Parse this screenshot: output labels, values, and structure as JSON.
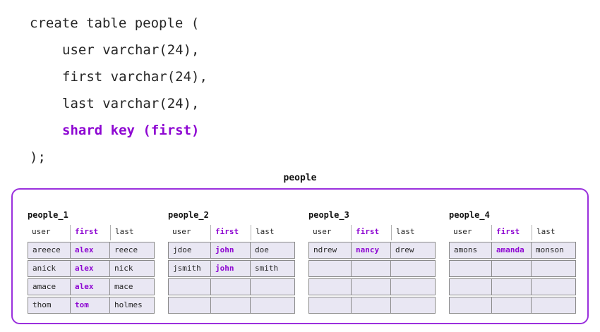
{
  "code": {
    "lines": [
      "create table people (",
      "user varchar(24),",
      "first varchar(24),",
      "last varchar(24),",
      "shard key (first)",
      ");"
    ],
    "highlighted_line": "shard key (first)"
  },
  "diagram": {
    "title": "people",
    "columns": [
      "user",
      "first",
      "last"
    ],
    "shard_key_column": "first",
    "colors": {
      "accent_purple": "#8e07d2",
      "box_border_purple": "#9a30dd",
      "row_fill_lavender": "#e9e7f3",
      "row_border_gray": "#8a8a8a",
      "header_separator_gray": "#b3b3b3",
      "code_text": "#262626"
    },
    "shards": [
      {
        "name": "people_1",
        "rows": [
          [
            "areece",
            "alex",
            "reece"
          ],
          [
            "anick",
            "alex",
            "nick"
          ],
          [
            "amace",
            "alex",
            "mace"
          ],
          [
            "thom",
            "tom",
            "holmes"
          ]
        ]
      },
      {
        "name": "people_2",
        "rows": [
          [
            "jdoe",
            "john",
            "doe"
          ],
          [
            "jsmith",
            "john",
            "smith"
          ],
          [
            "",
            "",
            ""
          ],
          [
            "",
            "",
            ""
          ]
        ]
      },
      {
        "name": "people_3",
        "rows": [
          [
            "ndrew",
            "nancy",
            "drew"
          ],
          [
            "",
            "",
            ""
          ],
          [
            "",
            "",
            ""
          ],
          [
            "",
            "",
            ""
          ]
        ]
      },
      {
        "name": "people_4",
        "rows": [
          [
            "amons",
            "amanda",
            "monson"
          ],
          [
            "",
            "",
            ""
          ],
          [
            "",
            "",
            ""
          ],
          [
            "",
            "",
            ""
          ]
        ]
      }
    ]
  }
}
